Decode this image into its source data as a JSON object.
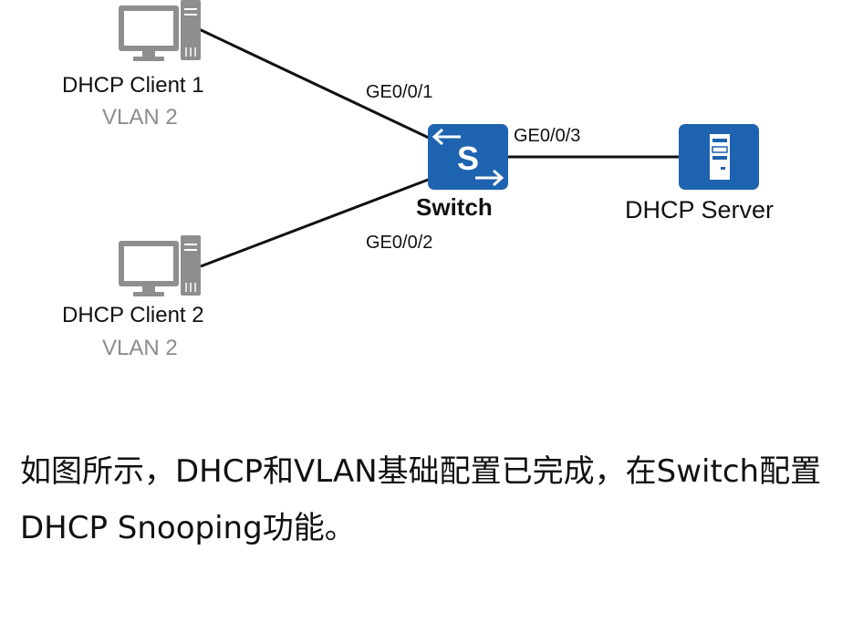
{
  "diagram": {
    "nodes": {
      "client1": {
        "name": "DHCP Client 1",
        "vlan": "VLAN 2",
        "icon": "desktop-computer-icon"
      },
      "client2": {
        "name": "DHCP Client 2",
        "vlan": "VLAN 2",
        "icon": "desktop-computer-icon"
      },
      "switch": {
        "name": "Switch",
        "icon": "switch-icon",
        "glyph": "S"
      },
      "server": {
        "name": "DHCP Server",
        "icon": "server-icon"
      }
    },
    "links": [
      {
        "from": "client1",
        "to": "switch",
        "port": "GE0/0/1"
      },
      {
        "from": "client2",
        "to": "switch",
        "port": "GE0/0/2"
      },
      {
        "from": "switch",
        "to": "server",
        "port": "GE0/0/3"
      }
    ],
    "colors": {
      "device_blue": "#1e63b0",
      "computer_gray": "#8e8e8e",
      "link": "#111111",
      "vlan_text": "#8c8c8c"
    }
  },
  "caption": "如图所示，DHCP和VLAN基础配置已完成，在Switch配置DHCP Snooping功能。"
}
